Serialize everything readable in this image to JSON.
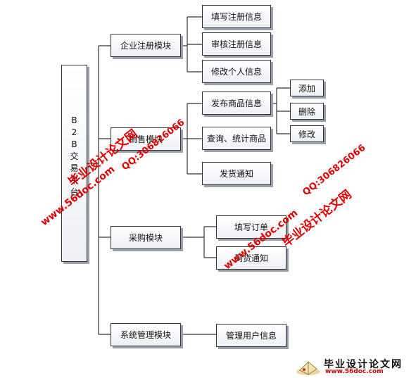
{
  "root": {
    "chars": [
      "B",
      "2",
      "B",
      "交",
      "易",
      "平",
      "台"
    ]
  },
  "modules": [
    {
      "label": "企业注册模块",
      "children": [
        "填写注册信息",
        "审核注册信息",
        "修改个人信息"
      ]
    },
    {
      "label": "销售模块",
      "children": [
        "发布商品信息",
        "查询、统计商品",
        "发货通知"
      ]
    },
    {
      "label": "采购模块",
      "children": [
        "填写订单",
        "到货通知"
      ]
    },
    {
      "label": "系统管理模块",
      "children": [
        "管理用户信息"
      ]
    }
  ],
  "sub_actions": [
    "添加",
    "删除",
    "修改"
  ],
  "watermarks": {
    "cn": "毕业设计论文网",
    "url": "www.56doc.com",
    "qq": "QQ:306826066"
  },
  "logo": {
    "cn": "毕业设计论文网",
    "url": "www.56doc.com"
  }
}
